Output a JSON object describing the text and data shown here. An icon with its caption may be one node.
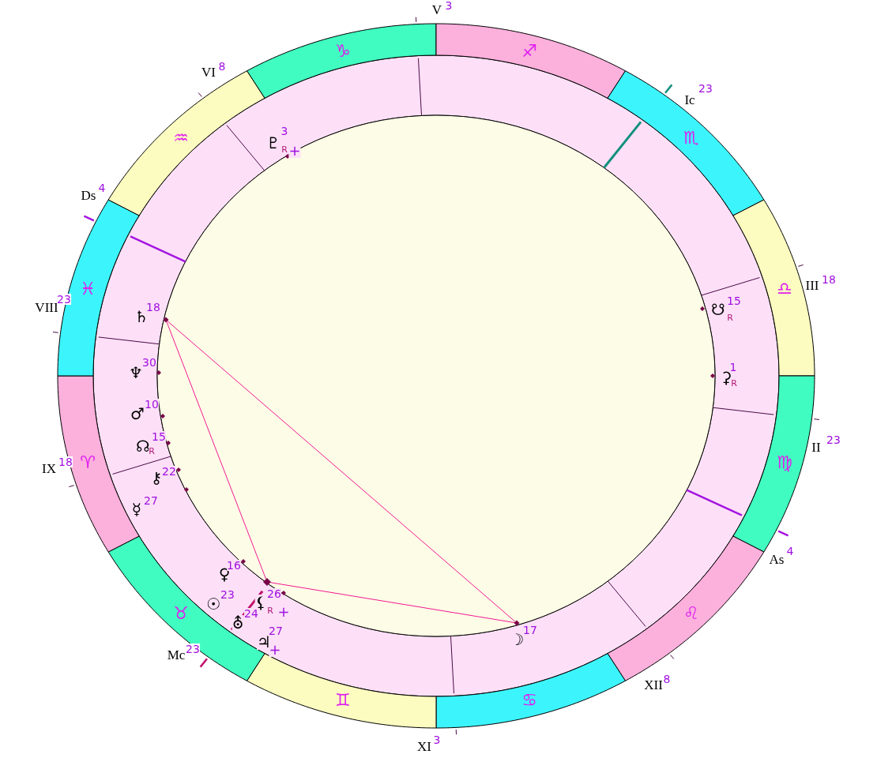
{
  "diagram": {
    "nodes": [
      {
        "text": [
          "♑"
        ]
      },
      {
        "text": [
          "♐"
        ]
      },
      {
        "text": [
          "♏"
        ]
      },
      {
        "text": [
          "♎"
        ]
      },
      {
        "text": [
          "♍"
        ]
      },
      {
        "text": [
          "♌"
        ]
      },
      {
        "text": [
          "♋"
        ]
      },
      {
        "text": [
          "♊"
        ]
      },
      {
        "text": [
          "♉"
        ]
      },
      {
        "text": [
          "♈"
        ]
      },
      {
        "text": [
          "♓"
        ]
      },
      {
        "text": [
          "♒"
        ]
      },
      {
        "text": [],
        "shape": "diamond",
        "beside": [
          "♄",
          "18"
        ]
      },
      {
        "text": [],
        "shape": "diamond"
      },
      {
        "text": [],
        "shape": "diamond",
        "beside": [
          "☽",
          "17"
        ]
      }
    ],
    "edges": [
      {
        "from": 12,
        "to": 14,
        "arrow": "none"
      },
      {
        "from": 12,
        "to": 13,
        "arrow": "none"
      },
      {
        "from": 13,
        "to": 14,
        "arrow": "none"
      }
    ],
    "labels": [
      "V",
      "3",
      "VI",
      "8",
      "Ic",
      "23",
      "♇",
      "3",
      "R",
      "+",
      "Ds",
      "4",
      "III",
      "18",
      "☋",
      "15",
      "R",
      "VIII",
      "23",
      "♆",
      "30",
      "⚳",
      "1",
      "R",
      "♂",
      "10",
      "II",
      "23",
      "☊",
      "15",
      "R",
      "IX",
      "18",
      "⚷",
      "22",
      "☿",
      "27",
      "As",
      "4",
      "♀",
      "16",
      "☉",
      "23",
      "⚸",
      "26",
      "R",
      "+",
      "⛢",
      "24",
      "♃",
      "27",
      "+",
      "Mc",
      "23",
      "XII",
      "8",
      "XI",
      "3"
    ]
  }
}
